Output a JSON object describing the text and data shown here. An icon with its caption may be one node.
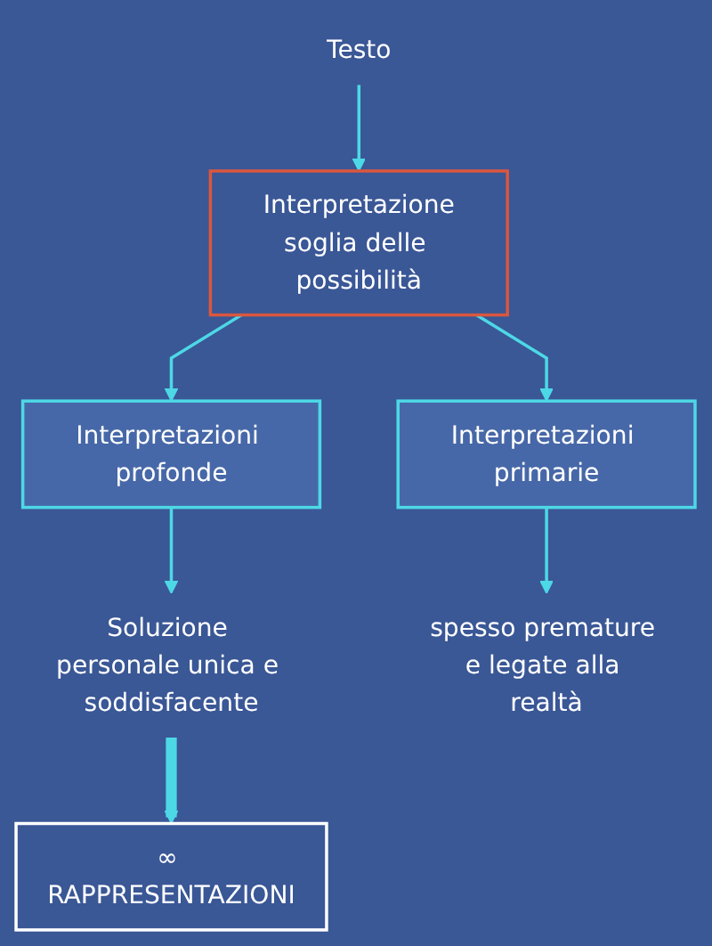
{
  "diagram": {
    "nodes": [
      {
        "text": [
          "Testo"
        ]
      },
      {
        "text": [
          "Interpretazione",
          "soglia delle possibilità"
        ]
      },
      {
        "text": [
          "Interpretazioni profonde"
        ]
      },
      {
        "text": [
          "Interpretazioni primarie"
        ]
      },
      {
        "text": [
          "Soluzione personale unica e soddisfacente"
        ]
      },
      {
        "text": [
          "spesso premature e legate alla realtà"
        ]
      },
      {
        "text": [
          "∞ RAPPRESENTAZIONI"
        ]
      }
    ],
    "edges": [
      {
        "from": 0,
        "to": 1,
        "arrow": "to"
      },
      {
        "from": 1,
        "to": 2,
        "arrow": "to"
      },
      {
        "from": 1,
        "to": 3,
        "arrow": "to"
      },
      {
        "from": 2,
        "to": 4,
        "arrow": "to"
      },
      {
        "from": 3,
        "to": 5,
        "arrow": "to"
      },
      {
        "from": 4,
        "to": 6,
        "arrow": "to",
        "style": "thick"
      }
    ]
  }
}
